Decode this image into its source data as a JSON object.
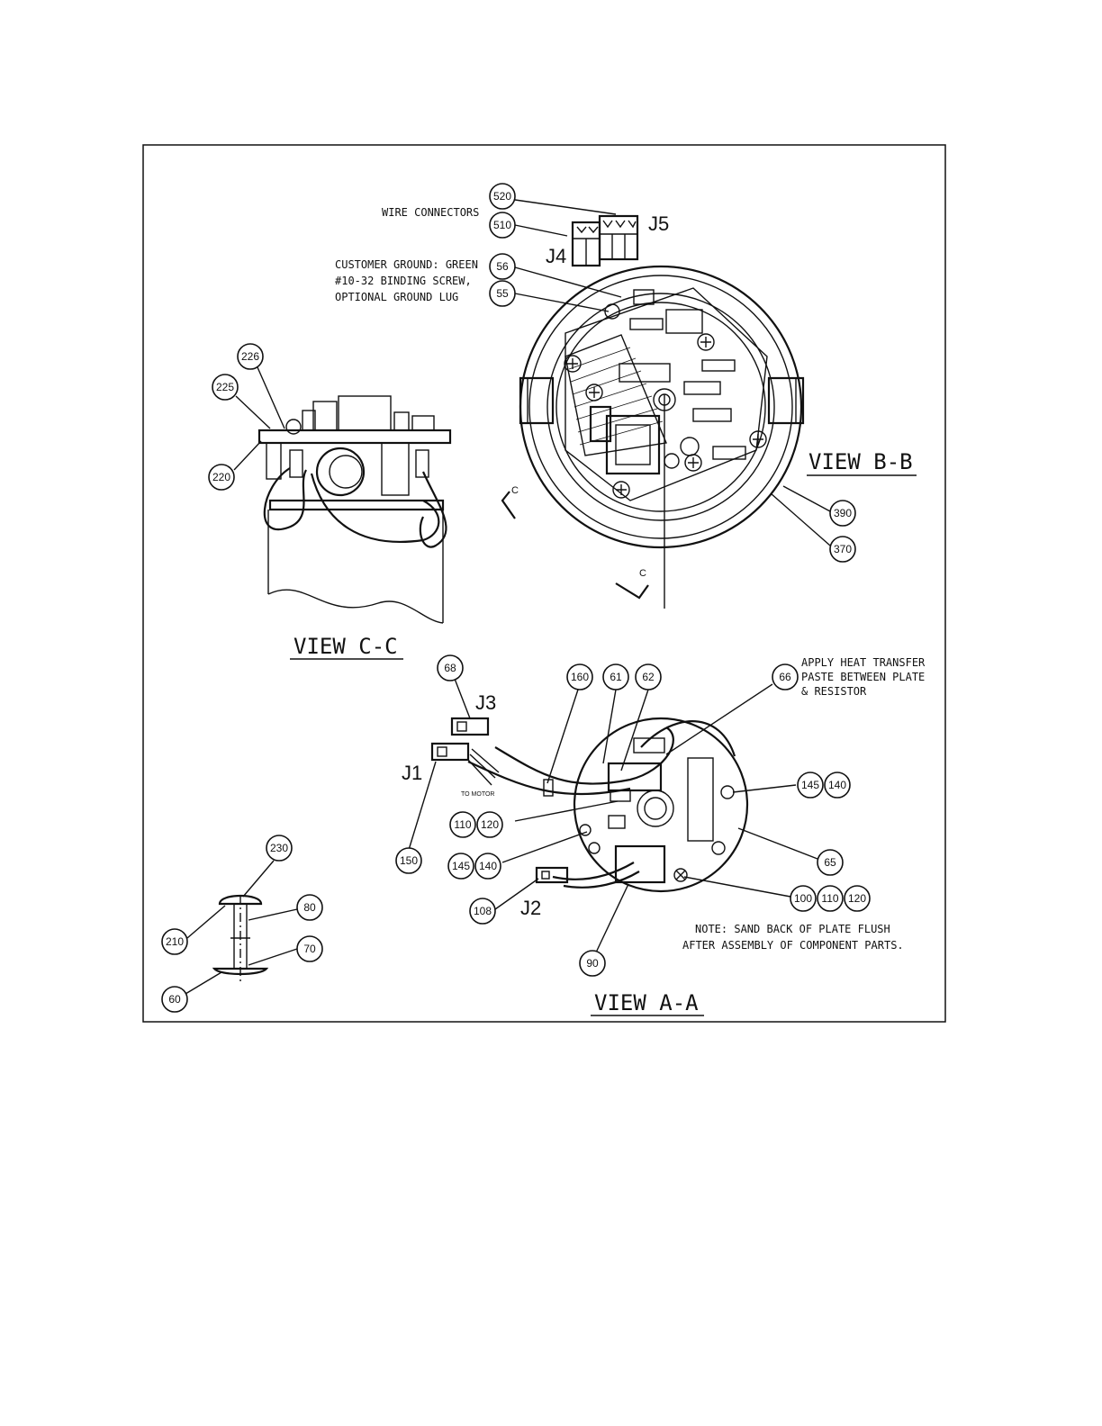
{
  "notes": {
    "wire_connectors": "WIRE CONNECTORS",
    "ground_line1": "CUSTOMER GROUND: GREEN",
    "ground_line2": "#10-32 BINDING SCREW,",
    "ground_line3": "OPTIONAL GROUND LUG",
    "heat_line1": "APPLY HEAT TRANSFER",
    "heat_line2": "PASTE BETWEEN PLATE",
    "heat_line3": "& RESISTOR",
    "sand_line1": "NOTE: SAND BACK OF PLATE FLUSH",
    "sand_line2": "AFTER ASSEMBLY OF COMPONENT PARTS.",
    "to_motor": "TO MOTOR"
  },
  "views": {
    "bb": "VIEW B-B",
    "cc": "VIEW C-C",
    "aa": "VIEW A-A"
  },
  "section_markers": {
    "c1": "C",
    "c2": "C"
  },
  "connectors": {
    "j1": "J1",
    "j2": "J2",
    "j3": "J3",
    "j4": "J4",
    "j5": "J5"
  },
  "callouts": {
    "c520": "520",
    "c510": "510",
    "c56": "56",
    "c55": "55",
    "c226": "226",
    "c225": "225",
    "c220": "220",
    "c390": "390",
    "c370": "370",
    "c68": "68",
    "c160": "160",
    "c61": "61",
    "c62": "62",
    "c66": "66",
    "c145a": "145",
    "c140a": "140",
    "c110a": "110",
    "c120a": "120",
    "c150": "150",
    "c145b": "145",
    "c140b": "140",
    "c65": "65",
    "c100": "100",
    "c110b": "110",
    "c120b": "120",
    "c108": "108",
    "c90": "90",
    "c230": "230",
    "c80": "80",
    "c210": "210",
    "c70": "70",
    "c60": "60"
  }
}
